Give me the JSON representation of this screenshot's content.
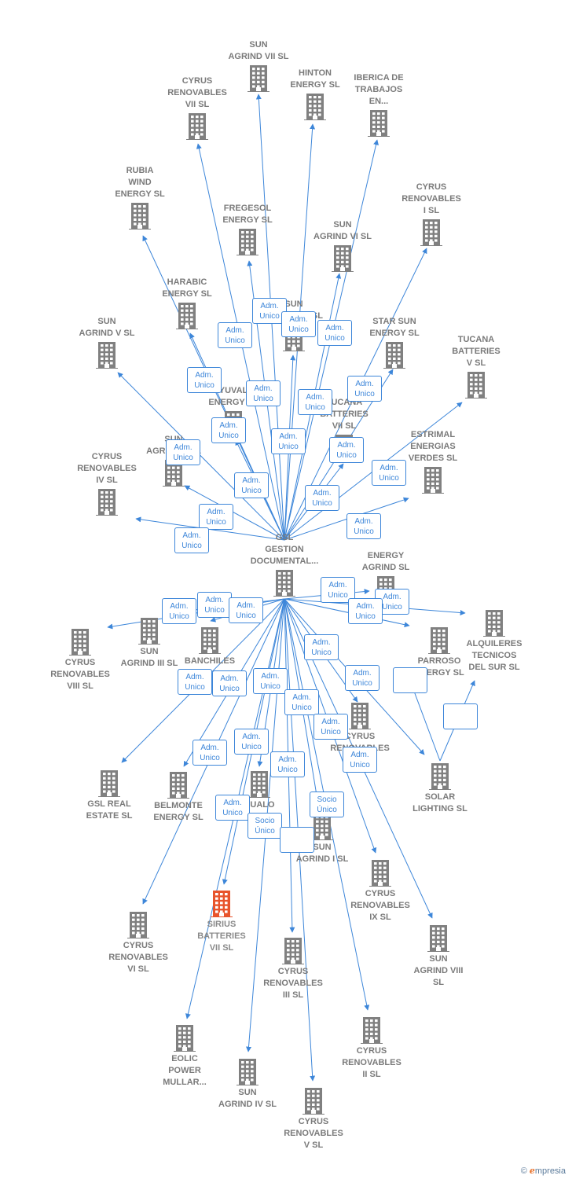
{
  "diagram": {
    "colors": {
      "edge": "#3d86d9",
      "node": "#808080",
      "focus": "#e8542c",
      "label": "#7a7a7a"
    },
    "icon": "building-icon",
    "nodes": [
      {
        "id": "gsl",
        "label": "GSL\nGESTION\nDOCUMENTAL..."
      },
      {
        "id": "sunvii",
        "label": "SUN\nAGRIND VII  SL"
      },
      {
        "id": "cyrvii",
        "label": "CYRUS\nRENOVABLES\nVII  SL"
      },
      {
        "id": "hinton",
        "label": "HINTON\nENERGY  SL"
      },
      {
        "id": "iberica",
        "label": "IBERICA DE\nTRABAJOS\nEN..."
      },
      {
        "id": "rubia",
        "label": "RUBIA\nWIND\nENERGY  SL"
      },
      {
        "id": "fregesol",
        "label": "FREGESOL\nENERGY  SL"
      },
      {
        "id": "sunvi",
        "label": "SUN\nAGRIND VI  SL"
      },
      {
        "id": "cyri",
        "label": "CYRUS\nRENOVABLES\nI  SL"
      },
      {
        "id": "harabic",
        "label": "HARABIC\nENERGY  SL"
      },
      {
        "id": "sunx",
        "label": "SUN\nAGRIND IX  SL"
      },
      {
        "id": "starsun",
        "label": "STAR SUN\nENERGY  SL"
      },
      {
        "id": "sunv",
        "label": "SUN\nAGRIND V  SL"
      },
      {
        "id": "tucv",
        "label": "TUCANA\nBATTERIES\nV  SL"
      },
      {
        "id": "yuval",
        "label": "YUVAL\nENERGY  SL"
      },
      {
        "id": "tucvii",
        "label": "TUCANA\nBATTERIES\nVII  SL"
      },
      {
        "id": "sunii",
        "label": "SUN\nAGRIND II  SL"
      },
      {
        "id": "estrimal",
        "label": "ESTRIMAL\nENERGIAS\nVERDES  SL"
      },
      {
        "id": "cyriv",
        "label": "CYRUS\nRENOVABLES\nIV  SL"
      },
      {
        "id": "energyagrind",
        "label": "ENERGY\nAGRIND  SL"
      },
      {
        "id": "cyrviii",
        "label": "CYRUS\nRENOVABLES\nVIII  SL"
      },
      {
        "id": "suniii",
        "label": "SUN\nAGRIND III  SL"
      },
      {
        "id": "banchiles",
        "label": "BANCHILES"
      },
      {
        "id": "parroso",
        "label": "PARROSO\nENERGY  SL"
      },
      {
        "id": "alquileres",
        "label": "ALQUILERES\nTECNICOS\nDEL SUR SL"
      },
      {
        "id": "cyrx",
        "label": "CYRUS\nRENOVABLES"
      },
      {
        "id": "gslreal",
        "label": "GSL REAL\nESTATE  SL"
      },
      {
        "id": "belmonte",
        "label": "BELMONTE\nENERGY  SL"
      },
      {
        "id": "dualo",
        "label": "DUALO\nSIS..."
      },
      {
        "id": "solar",
        "label": "SOLAR\nLIGHTING SL"
      },
      {
        "id": "suni",
        "label": "SUN\nAGRIND I  SL"
      },
      {
        "id": "cyrix",
        "label": "CYRUS\nRENOVABLES\nIX  SL"
      },
      {
        "id": "sirius",
        "label": "SIRIUS\nBATTERIES\nVII  SL"
      },
      {
        "id": "cyrvi",
        "label": "CYRUS\nRENOVABLES\nVI  SL"
      },
      {
        "id": "cyriii",
        "label": "CYRUS\nRENOVABLES\nIII  SL"
      },
      {
        "id": "sunviii",
        "label": "SUN\nAGRIND VIII\nSL"
      },
      {
        "id": "eolic",
        "label": "EOLIC\nPOWER\nMULLAR..."
      },
      {
        "id": "cyrii",
        "label": "CYRUS\nRENOVABLES\nII  SL"
      },
      {
        "id": "suniv",
        "label": "SUN\nAGRIND IV  SL"
      },
      {
        "id": "cyrv",
        "label": "CYRUS\nRENOVABLES\nV  SL"
      }
    ],
    "badges": [
      "Adm.\nUnico",
      "Adm.\nUnico",
      "Adm.\nUnico",
      "Adm.\nUnico",
      "Adm.\nUnico",
      "Adm.\nUnico",
      "Adm.\nUnico",
      "Adm.\nUnico",
      "Adm.\nUnico",
      "Adm.\nUnico",
      "Adm.\nUnico",
      "Adm.\nUnico",
      "Adm.\nUnico",
      "Adm.\nUnico",
      "Adm.\nUnico",
      "Adm.\nUnico",
      "Adm.\nUnico",
      "Adm.\nUnico",
      "Adm.\nUnico",
      "Adm.\nUnico",
      "Adm.\nUnico",
      "Adm.\nUnico",
      "Adm.\nUnico",
      "Adm.\nUnico",
      "Adm.\nUnico",
      "Adm.\nUnico",
      "Adm.\nUnico",
      "Adm.\nUnico",
      "Adm.\nUnico",
      "Adm.\nUnico",
      "Adm.\nUnico",
      "Adm.\nUnico",
      "Adm.\nUnico",
      "Adm.\nUnico",
      "Adm.\nUnico",
      "Adm.\nUnico",
      "Socio\nÚnico",
      "Socio\nÚnico"
    ]
  },
  "footer": {
    "copyright": "©",
    "brand_initial": "e",
    "brand_rest": "mpresia"
  }
}
